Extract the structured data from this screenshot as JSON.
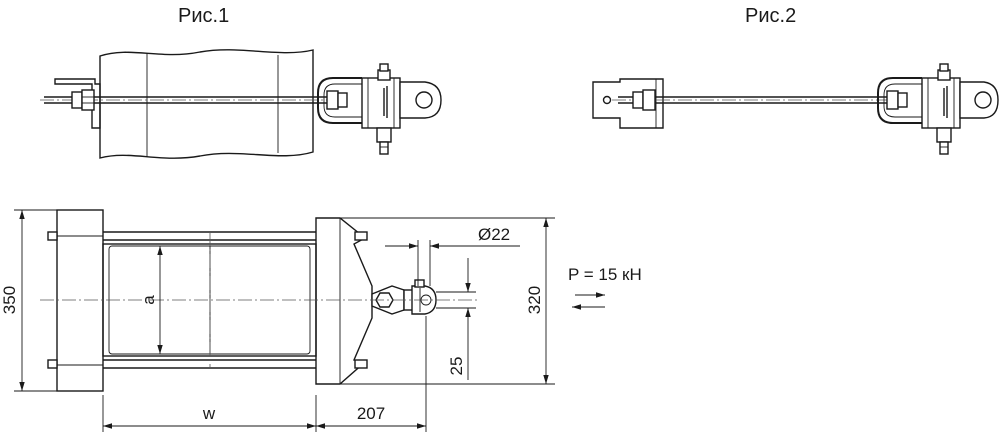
{
  "figures": {
    "fig1_title": "Рис.1",
    "fig2_title": "Рис.2"
  },
  "dimensions": {
    "height_overall": "350",
    "height_bolts": "320",
    "inner_a": "a",
    "width_w": "w",
    "offset_207": "207",
    "offset_25": "25",
    "diameter": "Ø22",
    "load": "P = 15 кН"
  }
}
